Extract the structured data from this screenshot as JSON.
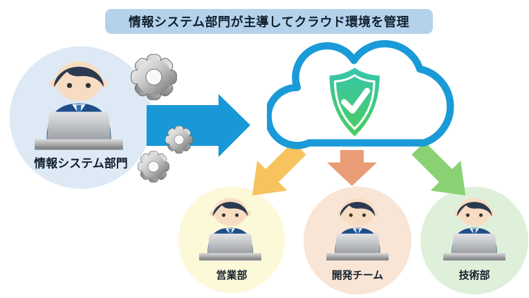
{
  "banner": {
    "title": "情報システム部門が主導してクラウド環境を管理",
    "bg_color": "#b5d2ec"
  },
  "source": {
    "label": "情報システム部門",
    "circle_color": "#dde9f5"
  },
  "flow": {
    "main_arrow_color": "#1898d6",
    "gear_count": "3"
  },
  "cloud": {
    "outline_color": "#1a9ad7",
    "shield_gradient_top": "#36c5ac",
    "shield_gradient_bottom": "#4bcd5e"
  },
  "departments": [
    {
      "label": "営業部",
      "circle_color": "#fbf9d7",
      "arrow_color": "#f7c35f"
    },
    {
      "label": "開発チーム",
      "circle_color": "#f9e5d5",
      "arrow_color": "#e99d76"
    },
    {
      "label": "技術部",
      "circle_color": "#dff0da",
      "arrow_color": "#8ad173"
    }
  ],
  "icons": {
    "gear": "gear-icon",
    "cloud": "cloud-icon",
    "shield_check": "shield-check-icon",
    "worker": "person-at-laptop-icon"
  }
}
